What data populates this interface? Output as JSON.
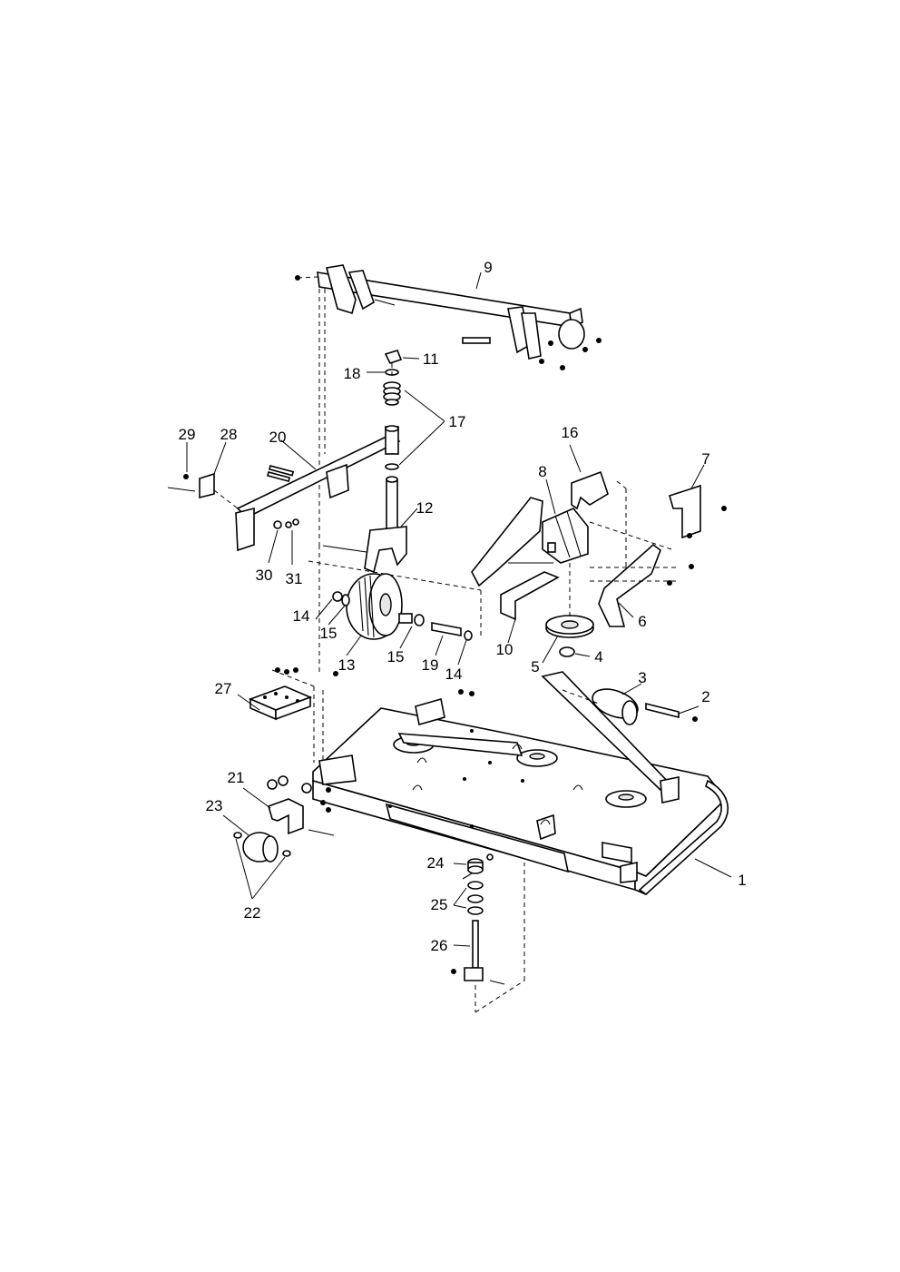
{
  "callouts": {
    "c1": "1",
    "c2": "2",
    "c3": "3",
    "c4": "4",
    "c5": "5",
    "c6": "6",
    "c7": "7",
    "c8": "8",
    "c9": "9",
    "c10": "10",
    "c11": "11",
    "c12": "12",
    "c13": "13",
    "c14a": "14",
    "c14b": "14",
    "c15a": "15",
    "c15b": "15",
    "c16": "16",
    "c17": "17",
    "c18": "18",
    "c19": "19",
    "c20": "20",
    "c21": "21",
    "c22": "22",
    "c23": "23",
    "c24": "24",
    "c25": "25",
    "c26": "26",
    "c27": "27",
    "c28": "28",
    "c29": "29",
    "c30": "30",
    "c31": "31"
  }
}
